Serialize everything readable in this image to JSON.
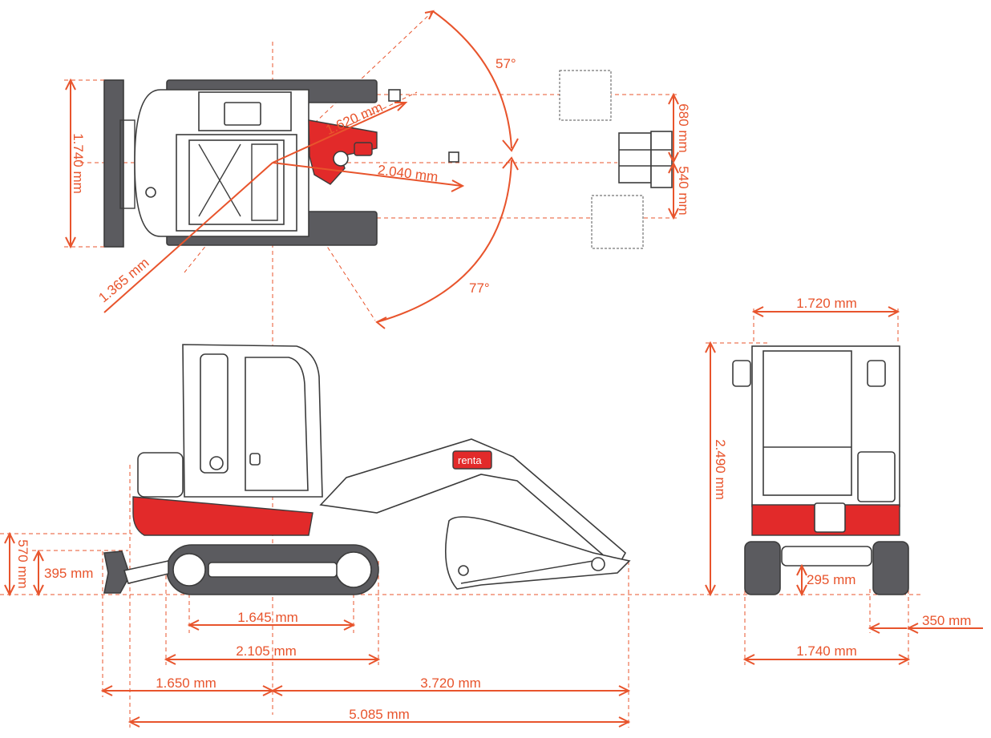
{
  "accent_color": "#e8542c",
  "machine_red": "#e22a2a",
  "track_grey": "#5b5b5f",
  "brand": {
    "logo_text": "renta"
  },
  "top_view": {
    "width_label": "1.740 mm",
    "tail_swing_label": "1.365 mm",
    "offset_radius_label": "1.620 mm",
    "front_radius_label": "2.040 mm",
    "angle_left_label": "57°",
    "angle_right_label": "77°",
    "offset_left_label": "680 mm",
    "offset_right_label": "540 mm"
  },
  "side_view": {
    "blade_height_label": "570 mm",
    "blade_lift_label": "395 mm",
    "tumbler_center_label": "1.645 mm",
    "track_length_label": "2.105 mm",
    "rear_length_label": "1.650 mm",
    "front_length_label": "3.720 mm",
    "total_length_label": "5.085 mm"
  },
  "rear_view": {
    "cab_width_label": "1.720 mm",
    "height_label": "2.490 mm",
    "ground_clearance_label": "295 mm",
    "track_shoe_label": "350 mm",
    "overall_width_label": "1.740 mm"
  }
}
